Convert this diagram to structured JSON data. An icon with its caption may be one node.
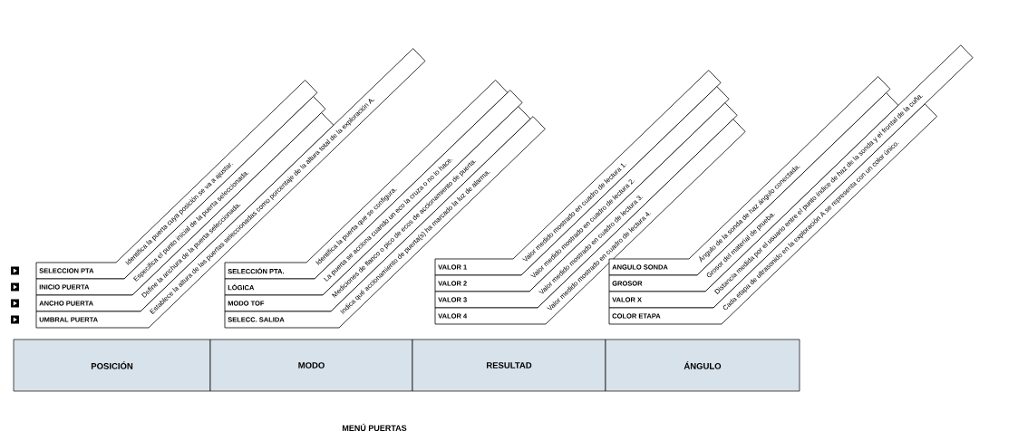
{
  "diagram": {
    "caption": "MENÚ PUERTAS",
    "nodes": [
      {
        "text": [
          "SELECCION PTA",
          "Identifica la puerta cuya posición se va a ajustar."
        ]
      },
      {
        "text": [
          "INICIO PUERTA",
          "Especifica el punto inicial de la puerta seleccionada."
        ]
      },
      {
        "text": [
          "ANCHO PUERTA",
          "Define la anchura de la puerta seleccionada."
        ]
      },
      {
        "text": [
          "UMBRAL PUERTA",
          "Establece la altura de las puertas seleccionadas como porcentaje de la altura total de la exploración A."
        ]
      },
      {
        "text": [
          "SELECCIÓN PTA.",
          "Identifica la puerta que se configura."
        ]
      },
      {
        "text": [
          "LÓGICA",
          "La puerta se acciona cuando un eco la cruza o no lo hace."
        ]
      },
      {
        "text": [
          "MODO TOF",
          "Mediciones de flanco o pico de ecos de accionamiento de puerta."
        ]
      },
      {
        "text": [
          "SELECC. SALIDA",
          "Indica qué accionamiento de puerta(s) ha marcado la luz de alarma."
        ]
      },
      {
        "text": [
          "VALOR 1",
          "Valor medido mostrado en cuadro de lectura 1."
        ]
      },
      {
        "text": [
          "VALOR 2",
          "Valor medido mostrado en cuadro de lectura 2."
        ]
      },
      {
        "text": [
          "VALOR 3",
          "Valor medido mostrado en cuadro de lectura 3."
        ]
      },
      {
        "text": [
          "VALOR 4",
          "Valor medido mostrado en cuadro de lectura 4."
        ]
      },
      {
        "text": [
          "ANGULO SONDA",
          "Ángulo de la sonda de haz ángulo conectada."
        ]
      },
      {
        "text": [
          "GROSOR",
          "Grosor del material de prueba."
        ]
      },
      {
        "text": [
          "VALOR X",
          "Distancia medida por el usuario entre el punto índice de haz de la sonda y el frontal de la cuña."
        ]
      },
      {
        "text": [
          "COLOR ETAPA",
          "Cada etapa de ultrasonido en la exploración A se representa con un color único."
        ]
      },
      {
        "text": [
          "POSICIÓN"
        ]
      },
      {
        "text": [
          "MODO"
        ]
      },
      {
        "text": [
          "RESULTAD"
        ]
      },
      {
        "text": [
          "ÁNGULO"
        ]
      }
    ]
  }
}
